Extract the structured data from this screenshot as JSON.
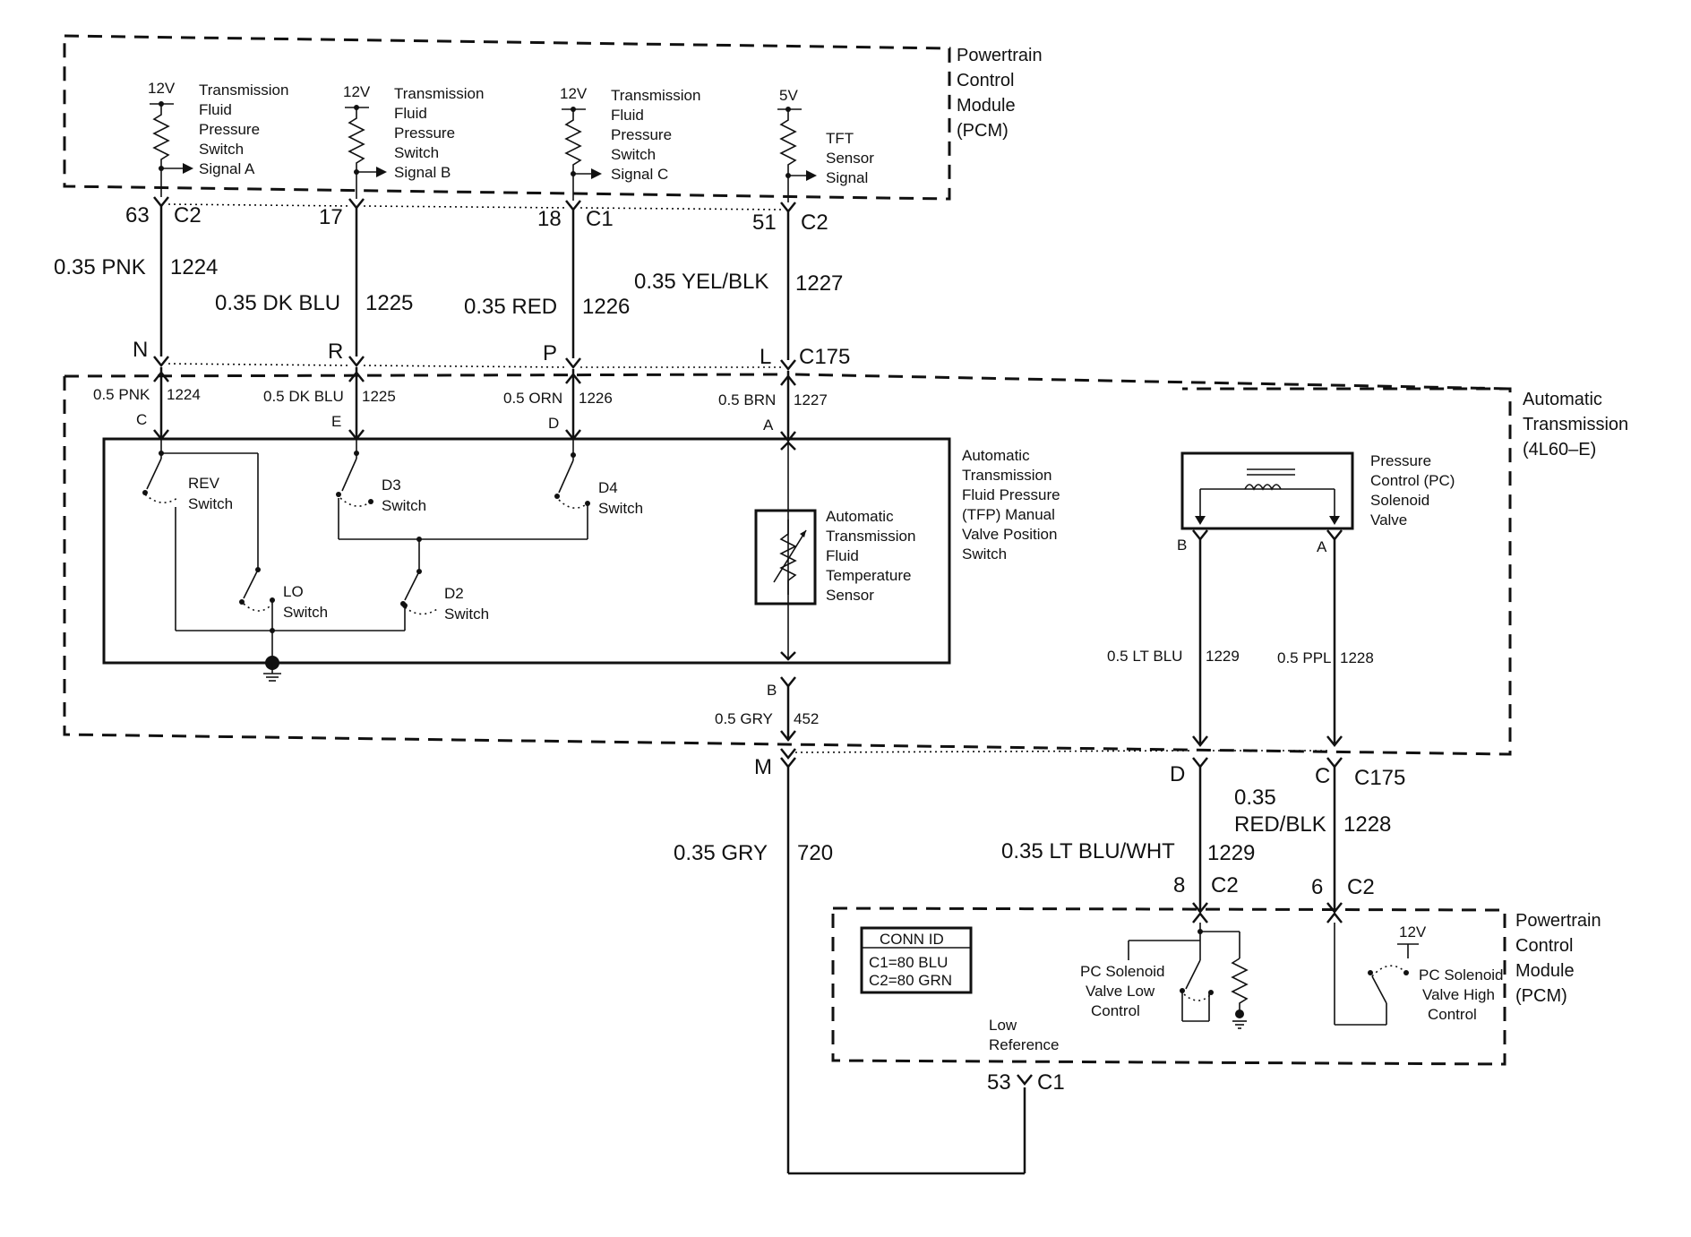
{
  "pcm_top": {
    "title_lines": [
      "Powertrain",
      "Control",
      "Module",
      "(PCM)"
    ],
    "circuits": [
      {
        "voltage": "12V",
        "label_lines": [
          "Transmission",
          "Fluid",
          "Pressure",
          "Switch",
          "Signal A"
        ]
      },
      {
        "voltage": "12V",
        "label_lines": [
          "Transmission",
          "Fluid",
          "Pressure",
          "Switch",
          "Signal B"
        ]
      },
      {
        "voltage": "12V",
        "label_lines": [
          "Transmission",
          "Fluid",
          "Pressure",
          "Switch",
          "Signal C"
        ]
      },
      {
        "voltage": "5V",
        "label_lines": [
          "TFT",
          "Sensor",
          "Signal"
        ]
      }
    ]
  },
  "top_wires": [
    {
      "pin": "63",
      "connector": "C2",
      "wire": "0.35 PNK",
      "circuit": "1224",
      "c175_pin": "N"
    },
    {
      "pin": "17",
      "connector": "",
      "wire": "0.35 DK BLU",
      "circuit": "1225",
      "c175_pin": "R"
    },
    {
      "pin": "18",
      "connector": "C1",
      "wire": "0.35 RED",
      "circuit": "1226",
      "c175_pin": "P"
    },
    {
      "pin": "51",
      "connector": "C2",
      "wire": "0.35 YEL/BLK",
      "circuit": "1227",
      "c175_pin": "L"
    }
  ],
  "c175_label_top": "C175",
  "transmission": {
    "title_lines": [
      "Automatic",
      "Transmission",
      "(4L60–E)"
    ],
    "inner_wires": [
      {
        "wire": "0.5 PNK",
        "circuit": "1224",
        "pin": "C"
      },
      {
        "wire": "0.5 DK BLU",
        "circuit": "1225",
        "pin": "E"
      },
      {
        "wire": "0.5 ORN",
        "circuit": "1226",
        "pin": "D"
      },
      {
        "wire": "0.5 BRN",
        "circuit": "1227",
        "pin": "A"
      }
    ],
    "switches": {
      "rev": [
        "REV",
        "Switch"
      ],
      "d3": [
        "D3",
        "Switch"
      ],
      "d4": [
        "D4",
        "Switch"
      ],
      "lo": [
        "LO",
        "Switch"
      ],
      "d2": [
        "D2",
        "Switch"
      ]
    },
    "tft_label_lines": [
      "Automatic",
      "Transmission",
      "Fluid",
      "Temperature",
      "Sensor"
    ],
    "tfp_label_lines": [
      "Automatic",
      "Transmission",
      "Fluid Pressure",
      "(TFP) Manual",
      "Valve Position",
      "Switch"
    ],
    "pc_label_lines": [
      "Pressure",
      "Control (PC)",
      "Solenoid",
      "Valve"
    ],
    "pc_pins": [
      "B",
      "A"
    ],
    "pc_wires": [
      {
        "wire": "0.5 LT BLU",
        "circuit": "1229"
      },
      {
        "wire": "0.5 PPL",
        "circuit": "1228"
      }
    ],
    "tft_bottom_pin": "B",
    "tft_bottom_wire": {
      "wire": "0.5 GRY",
      "circuit": "452"
    }
  },
  "bottom_c175": {
    "pin_m": "M",
    "pin_d": "D",
    "pin_c": "C",
    "label": "C175"
  },
  "bottom_wires": {
    "gry": {
      "wire": "0.35 GRY",
      "circuit": "720"
    },
    "ltblu": {
      "wire": "0.35 LT BLU/WHT",
      "circuit": "1229",
      "pin": "8",
      "connector": "C2"
    },
    "redblk": {
      "wire_lines": [
        "0.35",
        "RED/BLK"
      ],
      "circuit": "1228",
      "pin": "6",
      "connector": "C2"
    }
  },
  "pcm_bottom": {
    "title_lines": [
      "Powertrain",
      "Control",
      "Module",
      "(PCM)"
    ],
    "conn_id": {
      "title": "CONN ID",
      "lines": [
        "C1=80 BLU",
        "C2=80 GRN"
      ]
    },
    "low_control_lines": [
      "PC Solenoid",
      "Valve Low",
      "Control"
    ],
    "high_control_lines": [
      "PC Solenoid",
      "Valve High",
      "Control"
    ],
    "high_voltage": "12V",
    "low_reference_lines": [
      "Low",
      "Reference"
    ],
    "ref_pin": "53",
    "ref_connector": "C1"
  }
}
